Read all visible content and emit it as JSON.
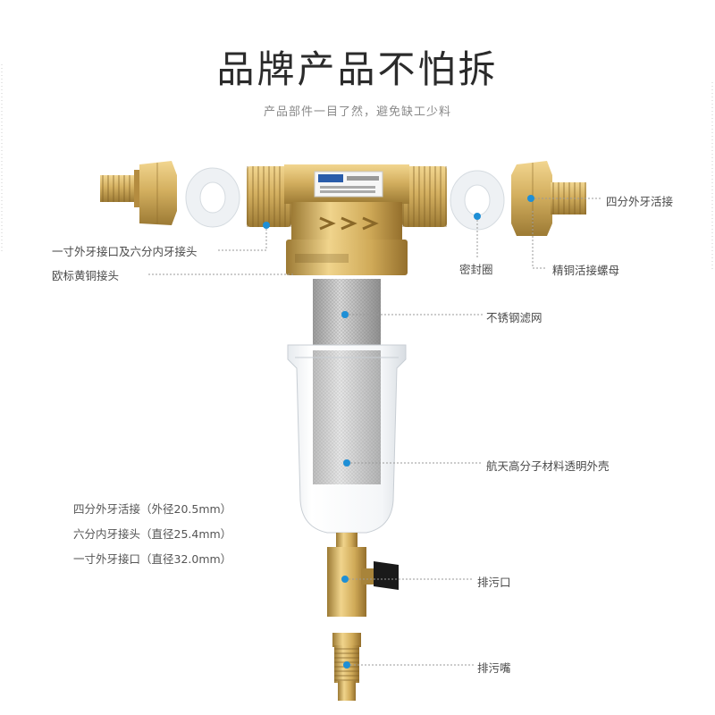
{
  "header": {
    "title": "品牌产品不怕拆",
    "subtitle": "产品部件一目了然，避免缺工少料"
  },
  "labels": {
    "one_inch_male_and_six_female": "一寸外牙接口及六分内牙接头",
    "euro_brass_fitting": "欧标黄铜接头",
    "seal_ring": "密封圈",
    "four_male_union": "四分外牙活接",
    "brass_union_nut": "精铜活接螺母",
    "stainless_mesh": "不锈钢滤网",
    "transparent_shell": "航天高分子材料透明外壳",
    "drain_port": "排污口",
    "drain_nozzle": "排污嘴"
  },
  "specs": [
    "四分外牙活接（外径20.5mm）",
    "六分内牙接头（直径25.4mm）",
    "一寸外牙接口（直径32.0mm）"
  ],
  "colors": {
    "brass": "#d4b060",
    "brass_dark": "#a8843a",
    "leader_dot": "#1e8fd6",
    "leader_line": "#9a9a9a",
    "mesh": "#b5b5b5"
  }
}
